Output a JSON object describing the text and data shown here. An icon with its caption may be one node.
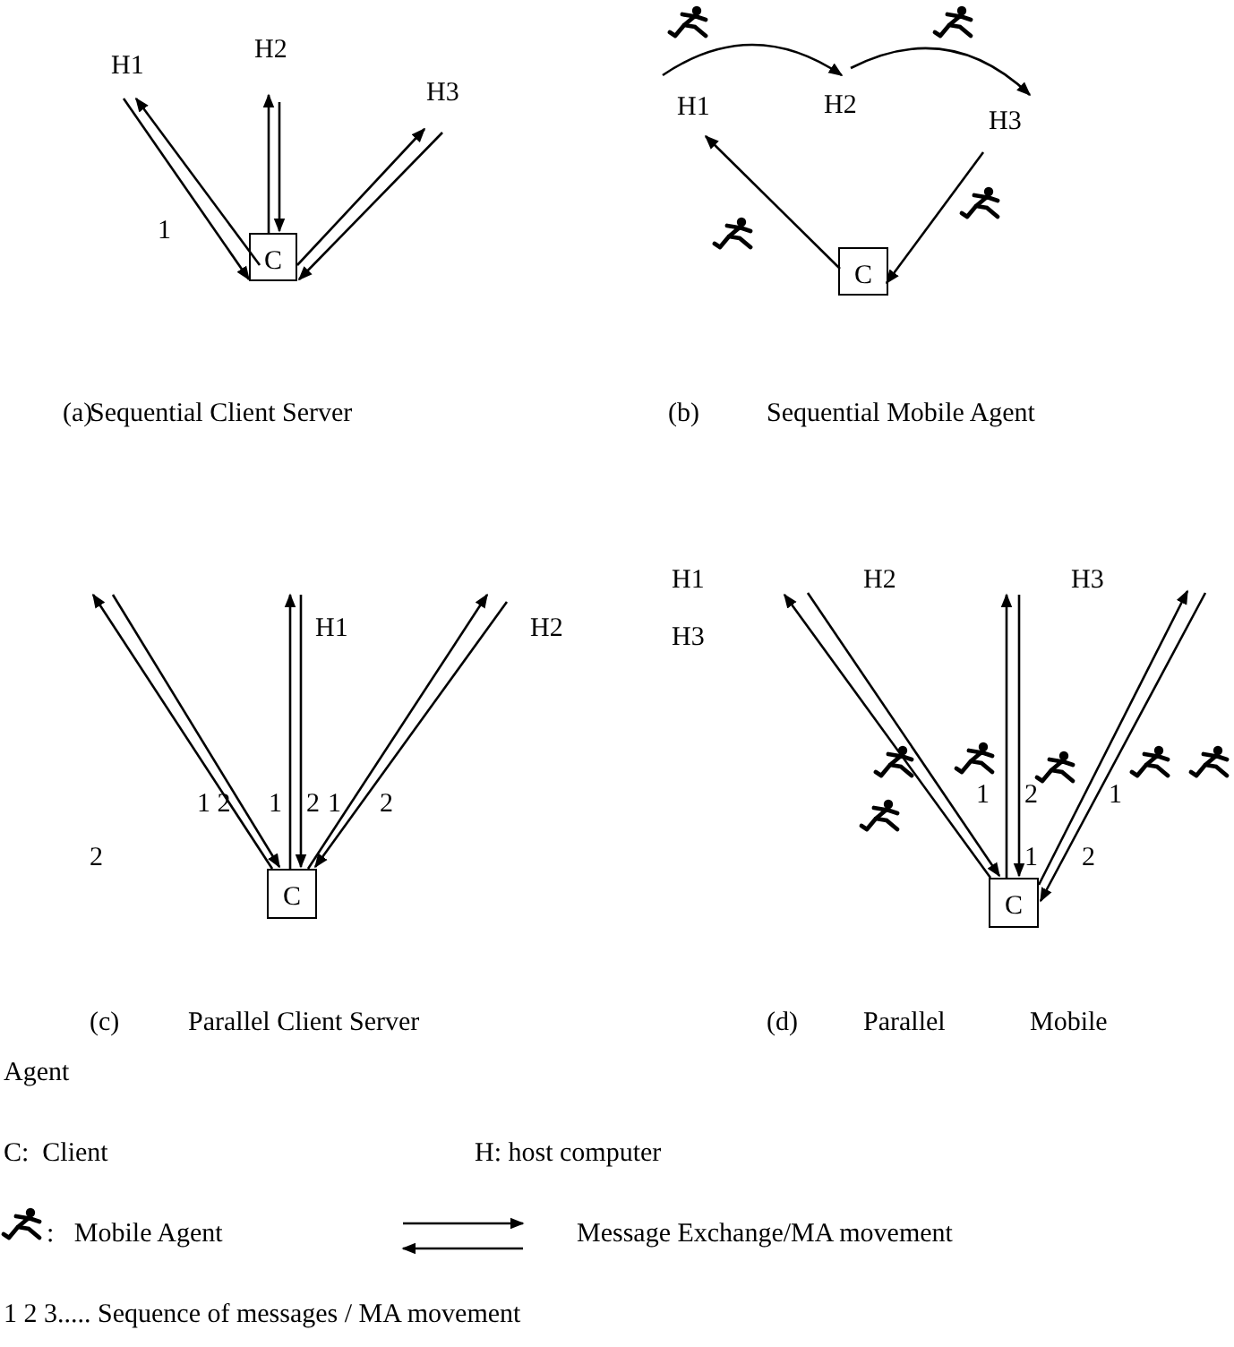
{
  "diagram": {
    "nodes": [
      {
        "text": [
          "H1"
        ]
      },
      {
        "text": [
          "H2"
        ]
      },
      {
        "text": [
          "H3"
        ]
      },
      {
        "text": [
          "C"
        ]
      },
      {
        "text": [
          "H1"
        ]
      },
      {
        "text": [
          "H2"
        ]
      },
      {
        "text": [
          "H3"
        ]
      },
      {
        "text": [
          "C"
        ]
      },
      {
        "text": [
          "C"
        ]
      },
      {
        "text": [
          "C"
        ]
      }
    ],
    "edges": [
      {
        "from": 3,
        "to": 0,
        "arrow": "to"
      },
      {
        "from": 0,
        "to": 3,
        "arrow": "to"
      },
      {
        "from": 3,
        "to": 1,
        "arrow": "to"
      },
      {
        "from": 1,
        "to": 3,
        "arrow": "to"
      },
      {
        "from": 3,
        "to": 2,
        "arrow": "to"
      },
      {
        "from": 2,
        "to": 3,
        "arrow": "to"
      },
      {
        "from": 4,
        "to": 5,
        "arrow": "to"
      },
      {
        "from": 5,
        "to": 6,
        "arrow": "to"
      },
      {
        "from": 7,
        "to": 4,
        "arrow": "to"
      },
      {
        "from": 6,
        "to": 7,
        "arrow": "to"
      },
      {
        "from": 8,
        "to": null,
        "arrow": "to"
      },
      {
        "from": null,
        "to": 8,
        "arrow": "to"
      },
      {
        "from": 8,
        "to": null,
        "arrow": "to"
      },
      {
        "from": null,
        "to": 8,
        "arrow": "to"
      },
      {
        "from": 8,
        "to": null,
        "arrow": "to"
      },
      {
        "from": null,
        "to": 8,
        "arrow": "to"
      },
      {
        "from": 9,
        "to": null,
        "arrow": "to"
      },
      {
        "from": null,
        "to": 9,
        "arrow": "to"
      },
      {
        "from": 9,
        "to": null,
        "arrow": "to"
      },
      {
        "from": null,
        "to": 9,
        "arrow": "to"
      },
      {
        "from": 9,
        "to": null,
        "arrow": "to"
      },
      {
        "from": null,
        "to": 9,
        "arrow": "to"
      }
    ],
    "labels": [
      "1",
      "(a)",
      "Sequential Client Server",
      "(b)",
      "Sequential Mobile Agent",
      "H1",
      "H2",
      "H3",
      "H1",
      "H2",
      "H3",
      "1",
      "2",
      "1",
      "1 2",
      "1",
      "2",
      "1",
      "2",
      "2",
      "1",
      "2",
      "(c)",
      "Parallel Client Server",
      "(d)",
      "Parallel",
      "Mobile",
      "Agent",
      "C:  Client",
      "H: host computer",
      "1 2 3..... Sequence of messages / MA movement"
    ],
    "legend": [
      {
        "text": ":   Mobile Agent"
      },
      {
        "text": "Message Exchange/MA movement"
      }
    ]
  }
}
